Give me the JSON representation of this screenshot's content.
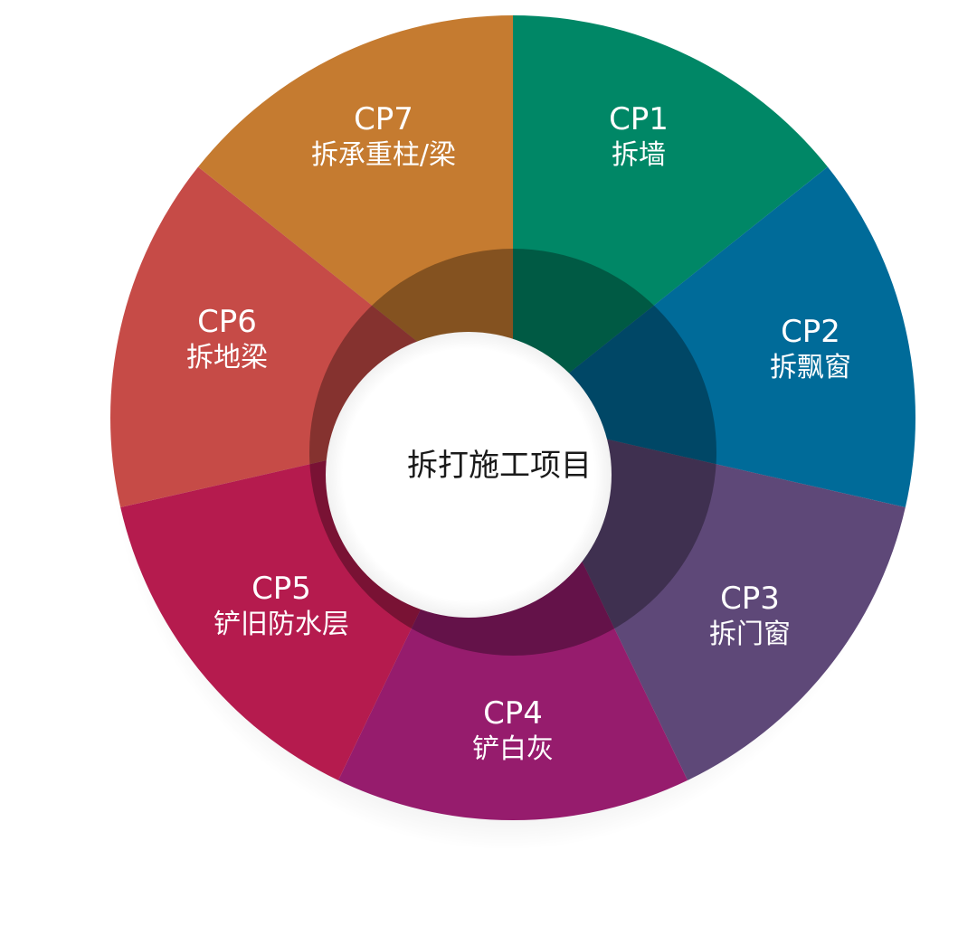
{
  "center": {
    "label": "拆打施工项目"
  },
  "segments": [
    {
      "code": "CP1",
      "text": "拆墙",
      "color": "#008766"
    },
    {
      "code": "CP2",
      "text": "拆飘窗",
      "color": "#006b99"
    },
    {
      "code": "CP3",
      "text": "拆门窗",
      "color": "#5e4878"
    },
    {
      "code": "CP4",
      "text": "铲白灰",
      "color": "#961c6d"
    },
    {
      "code": "CP5",
      "text": "铲旧防水层",
      "color": "#b51b4e"
    },
    {
      "code": "CP6",
      "text": "拆地梁",
      "color": "#c64b47"
    },
    {
      "code": "CP7",
      "text": "拆承重柱/梁",
      "color": "#c57b30"
    }
  ]
}
